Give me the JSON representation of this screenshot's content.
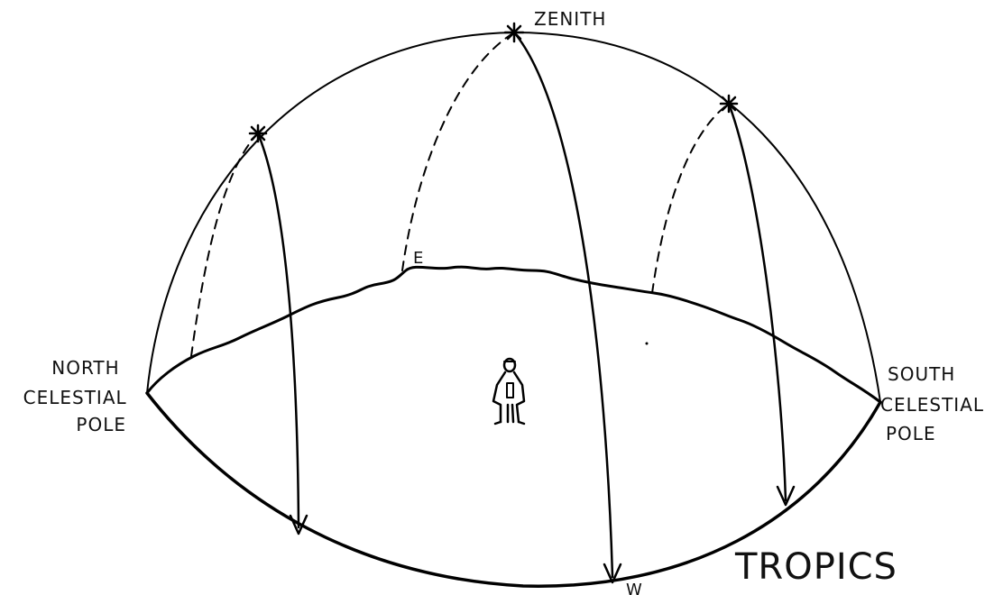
{
  "labels": {
    "zenith": "ZENITH",
    "north_pole": [
      "NORTH",
      "CELESTIAL",
      "POLE"
    ],
    "south_pole": [
      "SOUTH",
      "CELESTIAL",
      "POLE"
    ],
    "east": "E",
    "west": "W",
    "region": "TROPICS"
  },
  "icons": {
    "observer": "standing-person-icon",
    "star": "asterisk-star-icon",
    "arrow": "arrowhead-icon"
  },
  "colors": {
    "ink": "#000000",
    "paper": "#ffffff"
  }
}
